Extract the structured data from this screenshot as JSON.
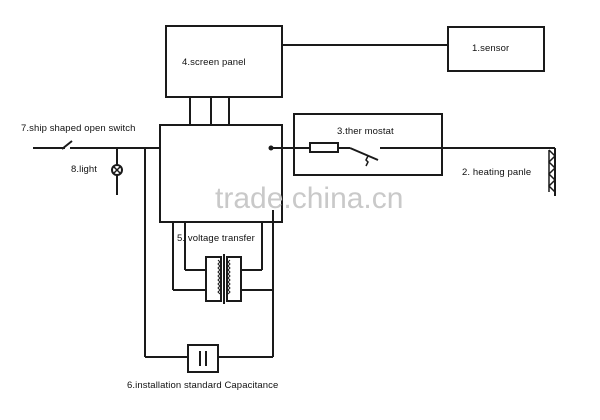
{
  "diagram": {
    "components": {
      "sensor": "1.sensor",
      "heating_panel": "2. heating panle",
      "thermostat": "3.ther mostat",
      "screen_panel": "4.screen panel",
      "voltage_transfer": "5. voltage transfer",
      "capacitance": "6.installation standard Capacitance",
      "switch": "7.ship shaped open switch",
      "light": "8.light"
    },
    "watermark": "trade.china.cn"
  }
}
